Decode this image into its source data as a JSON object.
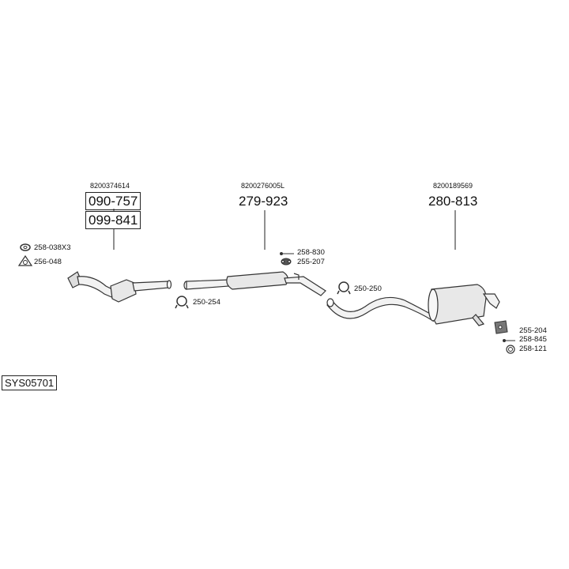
{
  "groups": [
    {
      "oem": "8200374614",
      "parts": [
        "090-757",
        "099-841"
      ]
    },
    {
      "oem": "8200276005L",
      "parts": [
        "279-923"
      ]
    },
    {
      "oem": "8200189569",
      "parts": [
        "280-813"
      ]
    }
  ],
  "accessories": {
    "a1": "258-038X3",
    "a2": "256-048",
    "a3": "250-254",
    "a4": "258-830",
    "a5": "255-207",
    "a6": "250-250",
    "a7": "255-204",
    "a8": "258-845",
    "a9": "258-121"
  },
  "system_code": "SYS05701"
}
